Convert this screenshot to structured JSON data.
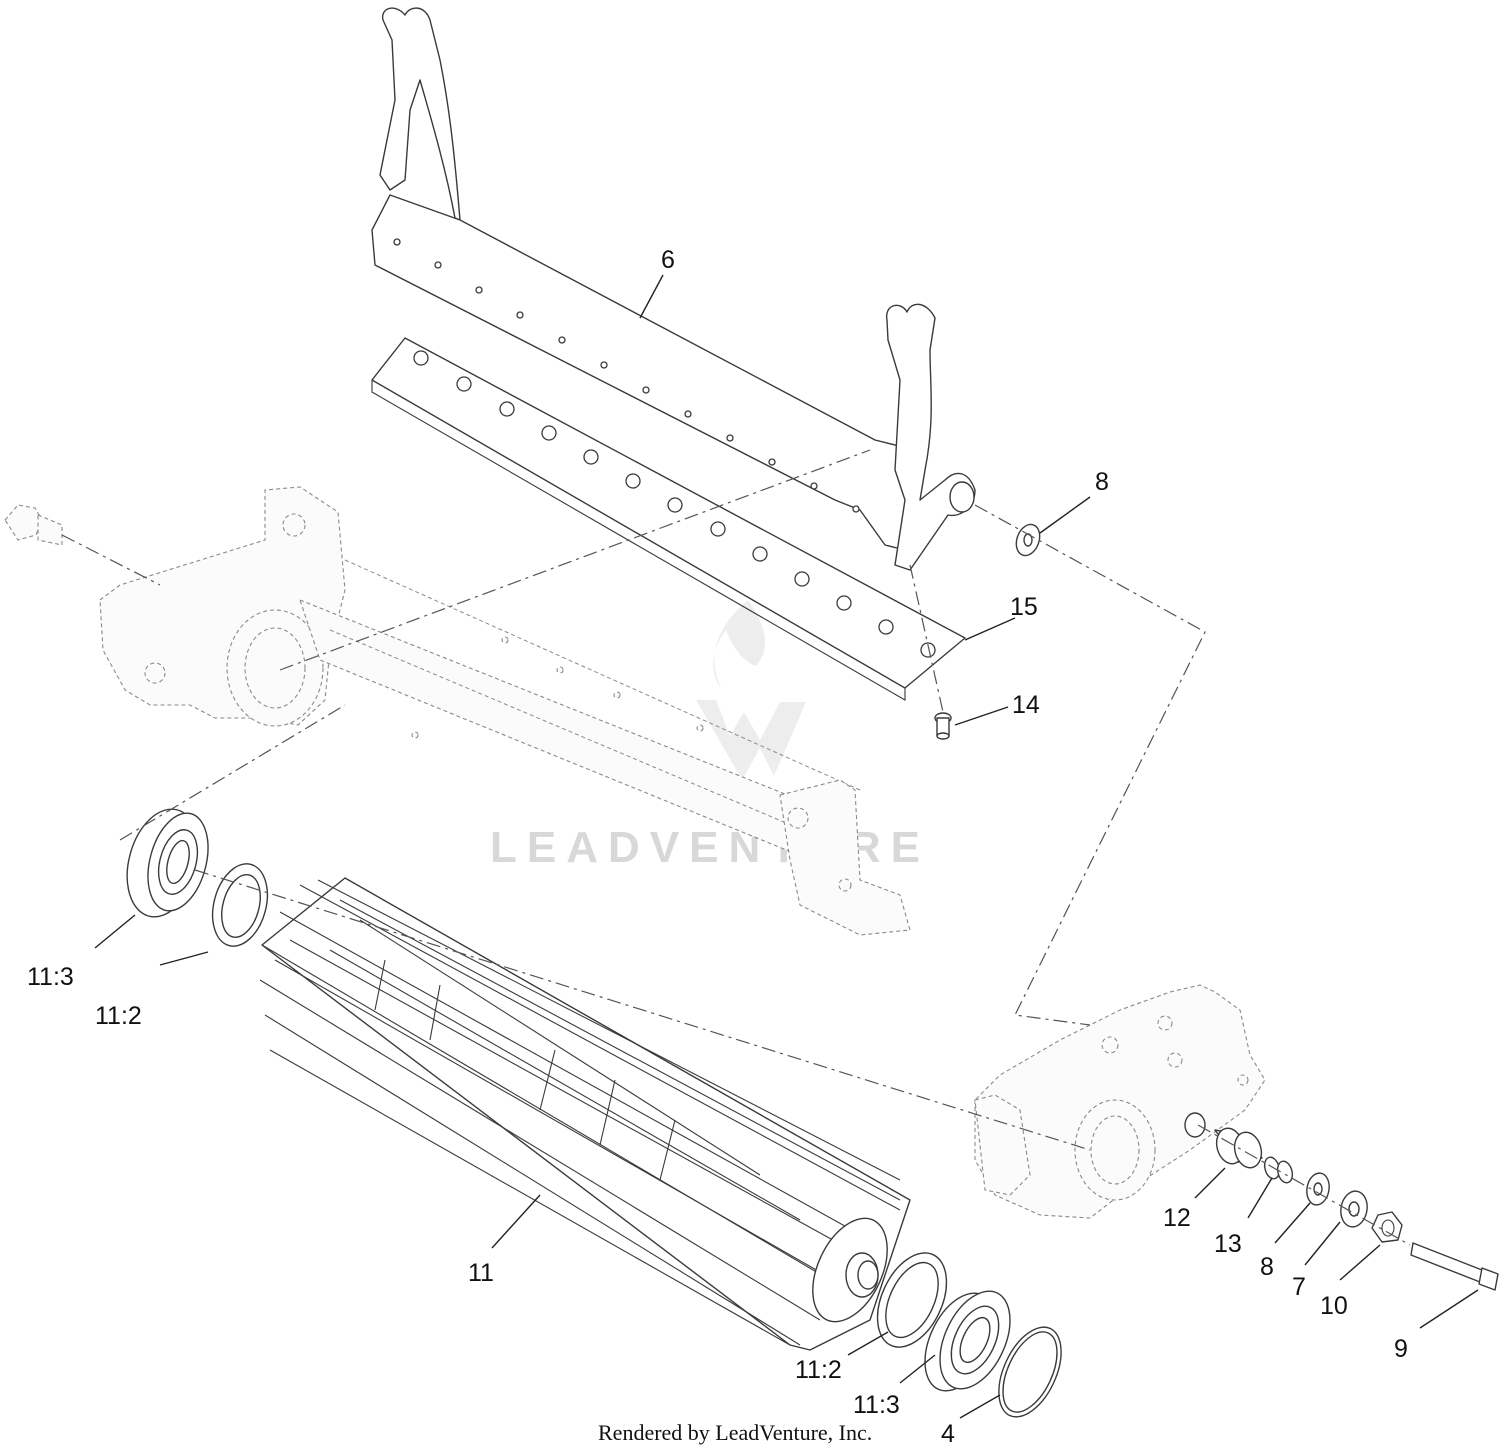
{
  "callouts": {
    "c6": "6",
    "c8a": "8",
    "c15": "15",
    "c14": "14",
    "c11_3a": "11:3",
    "c11_2a": "11:2",
    "c11": "11",
    "c12": "12",
    "c13": "13",
    "c8b": "8",
    "c7": "7",
    "c10": "10",
    "c9": "9",
    "c11_2b": "11:2",
    "c11_3b": "11:3",
    "c4": "4"
  },
  "watermark": "LEADVENTURE",
  "footer": "Rendered by LeadVenture, Inc.",
  "icons": {
    "watermark_logo": "flame-v-logo-icon"
  }
}
